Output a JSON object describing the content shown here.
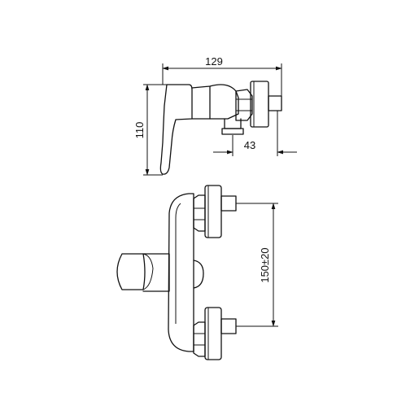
{
  "dimensions": {
    "width_label": "129",
    "height_label": "110",
    "outlet_label": "43",
    "spacing_label": "150±20"
  },
  "colors": {
    "line": "#111111",
    "background": "#ffffff"
  }
}
